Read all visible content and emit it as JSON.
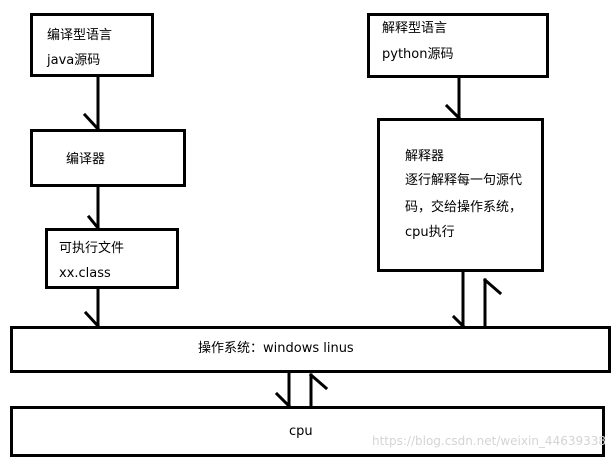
{
  "compiled": {
    "lang_box": {
      "line1": "编译型语言",
      "line2": "java源码"
    },
    "compiler_box": {
      "label": "编译器"
    },
    "executable_box": {
      "line1": "可执行文件",
      "line2": "xx.class"
    }
  },
  "interpreted": {
    "lang_box": {
      "line1": "解释型语言",
      "line2": "python源码"
    },
    "interpreter_box": {
      "line1": "解释器",
      "line2": "逐行解释每一句源代",
      "line3": "码，交给操作系统，",
      "line4": "cpu执行"
    }
  },
  "os_box": {
    "label": "操作系统：windows linus"
  },
  "cpu_box": {
    "label": "cpu"
  },
  "watermark": "https://blog.csdn.net/weixin_44639338"
}
